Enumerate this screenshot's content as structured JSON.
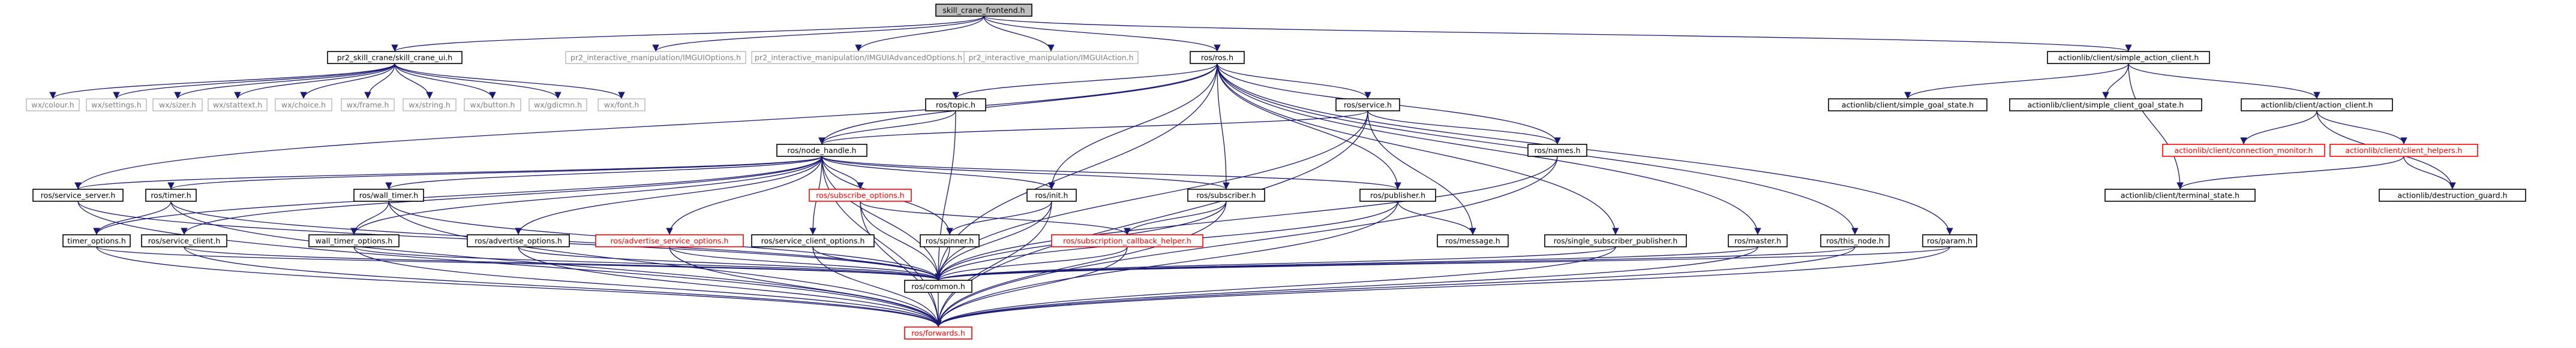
{
  "graph": {
    "colors": {
      "edge": "#191970",
      "node_border": "#000000",
      "node_fill": "#ffffff",
      "root_fill": "#bfbfbf",
      "external_border": "#bfbfbf",
      "external_text": "#7f7f7f",
      "incomplete_border": "#ff0000",
      "incomplete_text": "#ff0000",
      "text": "#000000"
    },
    "nodes": [
      {
        "id": "root",
        "label": "skill_crane_frontend.h",
        "style": "root"
      },
      {
        "id": "pr2",
        "label": "pr2_skill_crane/skill_crane_ui.h",
        "style": "normal"
      },
      {
        "id": "imgopt",
        "label": "pr2_interactive_manipulation/IMGUIOptions.h",
        "style": "external"
      },
      {
        "id": "imgadv",
        "label": "pr2_interactive_manipulation/IMGUIAdvancedOptions.h",
        "style": "external"
      },
      {
        "id": "imgact",
        "label": "pr2_interactive_manipulation/IMGUIAction.h",
        "style": "external"
      },
      {
        "id": "rosh",
        "label": "ros/ros.h",
        "style": "normal"
      },
      {
        "id": "sac",
        "label": "actionlib/client/simple_action_client.h",
        "style": "normal"
      },
      {
        "id": "wxcolour",
        "label": "wx/colour.h",
        "style": "external"
      },
      {
        "id": "wxsettings",
        "label": "wx/settings.h",
        "style": "external"
      },
      {
        "id": "wxsizer",
        "label": "wx/sizer.h",
        "style": "external"
      },
      {
        "id": "wxstattext",
        "label": "wx/stattext.h",
        "style": "external"
      },
      {
        "id": "wxchoice",
        "label": "wx/choice.h",
        "style": "external"
      },
      {
        "id": "wxframe",
        "label": "wx/frame.h",
        "style": "external"
      },
      {
        "id": "wxstring",
        "label": "wx/string.h",
        "style": "external"
      },
      {
        "id": "wxbutton",
        "label": "wx/button.h",
        "style": "external"
      },
      {
        "id": "wxgdicmn",
        "label": "wx/gdicmn.h",
        "style": "external"
      },
      {
        "id": "wxfont",
        "label": "wx/font.h",
        "style": "external"
      },
      {
        "id": "topic",
        "label": "ros/topic.h",
        "style": "normal"
      },
      {
        "id": "service",
        "label": "ros/service.h",
        "style": "normal"
      },
      {
        "id": "nodehandle",
        "label": "ros/node_handle.h",
        "style": "normal"
      },
      {
        "id": "names",
        "label": "ros/names.h",
        "style": "normal"
      },
      {
        "id": "sgs",
        "label": "actionlib/client/simple_goal_state.h",
        "style": "normal"
      },
      {
        "id": "scgs",
        "label": "actionlib/client/simple_client_goal_state.h",
        "style": "normal"
      },
      {
        "id": "ac",
        "label": "actionlib/client/action_client.h",
        "style": "normal"
      },
      {
        "id": "connmon",
        "label": "actionlib/client/connection_monitor.h",
        "style": "incomplete"
      },
      {
        "id": "helpers",
        "label": "actionlib/client/client_helpers.h",
        "style": "incomplete"
      },
      {
        "id": "termstate",
        "label": "actionlib/client/terminal_state.h",
        "style": "normal"
      },
      {
        "id": "destguard",
        "label": "actionlib/destruction_guard.h",
        "style": "normal"
      },
      {
        "id": "servsrv",
        "label": "ros/service_server.h",
        "style": "normal"
      },
      {
        "id": "timer",
        "label": "ros/timer.h",
        "style": "normal"
      },
      {
        "id": "walltimer",
        "label": "ros/wall_timer.h",
        "style": "normal"
      },
      {
        "id": "subopts",
        "label": "ros/subscribe_options.h",
        "style": "incomplete"
      },
      {
        "id": "init",
        "label": "ros/init.h",
        "style": "normal"
      },
      {
        "id": "subscriber",
        "label": "ros/subscriber.h",
        "style": "normal"
      },
      {
        "id": "publisher",
        "label": "ros/publisher.h",
        "style": "normal"
      },
      {
        "id": "timeropts",
        "label": "timer_options.h",
        "style": "normal"
      },
      {
        "id": "servcli",
        "label": "ros/service_client.h",
        "style": "normal"
      },
      {
        "id": "walltimeropts",
        "label": "wall_timer_options.h",
        "style": "normal"
      },
      {
        "id": "advopts",
        "label": "ros/advertise_options.h",
        "style": "normal"
      },
      {
        "id": "advservopts",
        "label": "ros/advertise_service_options.h",
        "style": "incomplete"
      },
      {
        "id": "servcliopts",
        "label": "ros/service_client_options.h",
        "style": "normal"
      },
      {
        "id": "spinner",
        "label": "ros/spinner.h",
        "style": "normal"
      },
      {
        "id": "subcb",
        "label": "ros/subscription_callback_helper.h",
        "style": "incomplete"
      },
      {
        "id": "message",
        "label": "ros/message.h",
        "style": "normal"
      },
      {
        "id": "ssp",
        "label": "ros/single_subscriber_publisher.h",
        "style": "normal"
      },
      {
        "id": "master",
        "label": "ros/master.h",
        "style": "normal"
      },
      {
        "id": "thisnode",
        "label": "ros/this_node.h",
        "style": "normal"
      },
      {
        "id": "param",
        "label": "ros/param.h",
        "style": "normal"
      },
      {
        "id": "common",
        "label": "ros/common.h",
        "style": "normal"
      },
      {
        "id": "forwards",
        "label": "ros/forwards.h",
        "style": "incomplete"
      }
    ],
    "edges": [
      [
        "root",
        "pr2"
      ],
      [
        "root",
        "imgopt"
      ],
      [
        "root",
        "imgadv"
      ],
      [
        "root",
        "imgact"
      ],
      [
        "root",
        "rosh"
      ],
      [
        "root",
        "sac"
      ],
      [
        "pr2",
        "wxcolour"
      ],
      [
        "pr2",
        "wxsettings"
      ],
      [
        "pr2",
        "wxsizer"
      ],
      [
        "pr2",
        "wxstattext"
      ],
      [
        "pr2",
        "wxchoice"
      ],
      [
        "pr2",
        "wxframe"
      ],
      [
        "pr2",
        "wxstring"
      ],
      [
        "pr2",
        "wxbutton"
      ],
      [
        "pr2",
        "wxgdicmn"
      ],
      [
        "pr2",
        "wxfont"
      ],
      [
        "rosh",
        "topic"
      ],
      [
        "rosh",
        "service"
      ],
      [
        "rosh",
        "nodehandle"
      ],
      [
        "rosh",
        "names"
      ],
      [
        "rosh",
        "servsrv"
      ],
      [
        "rosh",
        "init"
      ],
      [
        "rosh",
        "subscriber"
      ],
      [
        "rosh",
        "publisher"
      ],
      [
        "rosh",
        "common"
      ],
      [
        "rosh",
        "ssp"
      ],
      [
        "rosh",
        "master"
      ],
      [
        "rosh",
        "thisnode"
      ],
      [
        "rosh",
        "param"
      ],
      [
        "sac",
        "sgs"
      ],
      [
        "sac",
        "scgs"
      ],
      [
        "sac",
        "ac"
      ],
      [
        "sac",
        "termstate"
      ],
      [
        "ac",
        "connmon"
      ],
      [
        "ac",
        "helpers"
      ],
      [
        "ac",
        "destguard"
      ],
      [
        "helpers",
        "termstate"
      ],
      [
        "helpers",
        "destguard"
      ],
      [
        "topic",
        "nodehandle"
      ],
      [
        "topic",
        "common"
      ],
      [
        "service",
        "nodehandle"
      ],
      [
        "service",
        "names"
      ],
      [
        "service",
        "common"
      ],
      [
        "service",
        "message"
      ],
      [
        "service",
        "forwards"
      ],
      [
        "names",
        "common"
      ],
      [
        "names",
        "forwards"
      ],
      [
        "nodehandle",
        "forwards"
      ],
      [
        "nodehandle",
        "servsrv"
      ],
      [
        "nodehandle",
        "timer"
      ],
      [
        "nodehandle",
        "walltimer"
      ],
      [
        "nodehandle",
        "subopts"
      ],
      [
        "nodehandle",
        "init"
      ],
      [
        "nodehandle",
        "subscriber"
      ],
      [
        "nodehandle",
        "publisher"
      ],
      [
        "nodehandle",
        "timeropts"
      ],
      [
        "nodehandle",
        "servcli"
      ],
      [
        "nodehandle",
        "walltimeropts"
      ],
      [
        "nodehandle",
        "advopts"
      ],
      [
        "nodehandle",
        "advservopts"
      ],
      [
        "nodehandle",
        "servcliopts"
      ],
      [
        "nodehandle",
        "spinner"
      ],
      [
        "nodehandle",
        "common"
      ],
      [
        "servsrv",
        "common"
      ],
      [
        "servsrv",
        "forwards"
      ],
      [
        "timer",
        "timeropts"
      ],
      [
        "timer",
        "common"
      ],
      [
        "timer",
        "forwards"
      ],
      [
        "walltimer",
        "walltimeropts"
      ],
      [
        "walltimer",
        "common"
      ],
      [
        "walltimer",
        "forwards"
      ],
      [
        "subopts",
        "subcb"
      ],
      [
        "subopts",
        "common"
      ],
      [
        "subopts",
        "forwards"
      ],
      [
        "init",
        "spinner"
      ],
      [
        "init",
        "common"
      ],
      [
        "init",
        "forwards"
      ],
      [
        "subscriber",
        "subcb"
      ],
      [
        "subscriber",
        "common"
      ],
      [
        "subscriber",
        "forwards"
      ],
      [
        "publisher",
        "message"
      ],
      [
        "publisher",
        "common"
      ],
      [
        "publisher",
        "forwards"
      ],
      [
        "timeropts",
        "common"
      ],
      [
        "timeropts",
        "forwards"
      ],
      [
        "servcli",
        "common"
      ],
      [
        "servcli",
        "forwards"
      ],
      [
        "walltimeropts",
        "common"
      ],
      [
        "walltimeropts",
        "forwards"
      ],
      [
        "advopts",
        "common"
      ],
      [
        "advopts",
        "forwards"
      ],
      [
        "advservopts",
        "common"
      ],
      [
        "advservopts",
        "forwards"
      ],
      [
        "servcliopts",
        "common"
      ],
      [
        "servcliopts",
        "forwards"
      ],
      [
        "spinner",
        "common"
      ],
      [
        "subcb",
        "common"
      ],
      [
        "subcb",
        "forwards"
      ],
      [
        "ssp",
        "common"
      ],
      [
        "ssp",
        "forwards"
      ],
      [
        "master",
        "common"
      ],
      [
        "master",
        "forwards"
      ],
      [
        "thisnode",
        "common"
      ],
      [
        "thisnode",
        "forwards"
      ],
      [
        "param",
        "common"
      ],
      [
        "param",
        "forwards"
      ],
      [
        "common",
        "forwards"
      ]
    ]
  }
}
